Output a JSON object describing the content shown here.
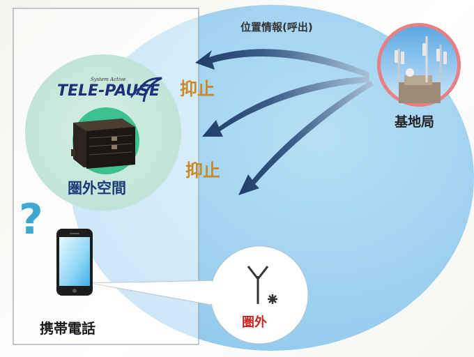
{
  "labels": {
    "location_info": "位置情報(呼出)",
    "base_station": "基地局",
    "suppress_top": "抑止",
    "suppress_bottom": "抑止",
    "out_of_range_space": "圏外空間",
    "mobile_phone": "携帯電話",
    "out_of_range": "圏外",
    "question_mark": "?"
  },
  "device": {
    "logo_text": "TELE-PAUSE",
    "logo_subtext": "System Active"
  },
  "colors": {
    "coverage_area": "#9fd1ef",
    "shield_zone": "#c9e8d8",
    "arrow": "#1f3d6a",
    "suppress_text": "#c78b2c",
    "out_of_range_text": "#cc2222",
    "space_text": "#1c3a7a",
    "question": "#3fa7d0"
  },
  "icons": {
    "device": "jammer-device-icon",
    "phone": "smartphone-icon",
    "antenna": "antenna-no-signal-icon",
    "tower": "cell-tower-photo"
  }
}
